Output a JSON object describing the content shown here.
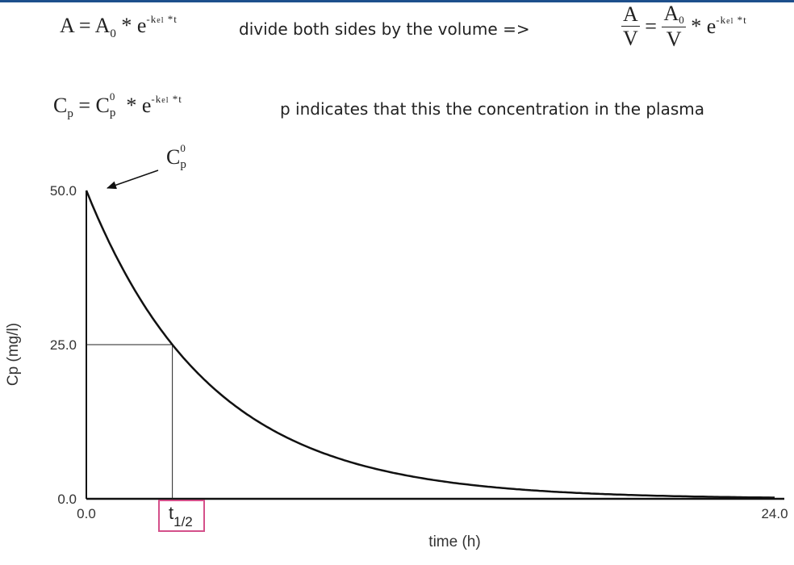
{
  "header": {
    "eq1": {
      "lhs": "A = A",
      "sub": "0",
      "mid": " * e",
      "sup_a": "-k",
      "sup_sub": "el",
      "sup_b": " *t"
    },
    "note1": "divide both sides by the volume =>",
    "eq2": {
      "frac1_num": "A",
      "frac1_den": "V",
      "eq": " = ",
      "frac2_num": "A",
      "frac2_num_sub": "0",
      "frac2_den": "V",
      "mid": " * e",
      "sup_a": "-k",
      "sup_sub": "el",
      "sup_b": " *t"
    },
    "eq3": {
      "c": "C",
      "sub": "p",
      "eq": " = C",
      "s_up": "0",
      "s_dn": "p",
      "mid": " * e",
      "sup_a": "-k",
      "sup_sub": "el",
      "sup_b": " *t"
    },
    "note2": "p indicates that this the concentration in the plasma"
  },
  "annotations": {
    "c0": {
      "c": "C",
      "s_up": "0",
      "s_dn": "p"
    },
    "t_half": {
      "t": "t",
      "sub": "1/2"
    }
  },
  "chart_data": {
    "type": "line",
    "title": "",
    "xlabel": "time (h)",
    "ylabel": "Cp (mg/l)",
    "xlim": [
      0,
      24
    ],
    "ylim": [
      0,
      50
    ],
    "x_tick_labels": [
      "0.0",
      "24.0"
    ],
    "y_tick_labels": [
      "0.0",
      "25.0",
      "50.0"
    ],
    "series": [
      {
        "C0": 50.0,
        "t_half": 3.0
      }
    ],
    "reference_point": {
      "x": 3.0,
      "y": 25.0
    },
    "grid": false,
    "colors": {
      "line": "#111111",
      "box": "#d4508a"
    }
  }
}
